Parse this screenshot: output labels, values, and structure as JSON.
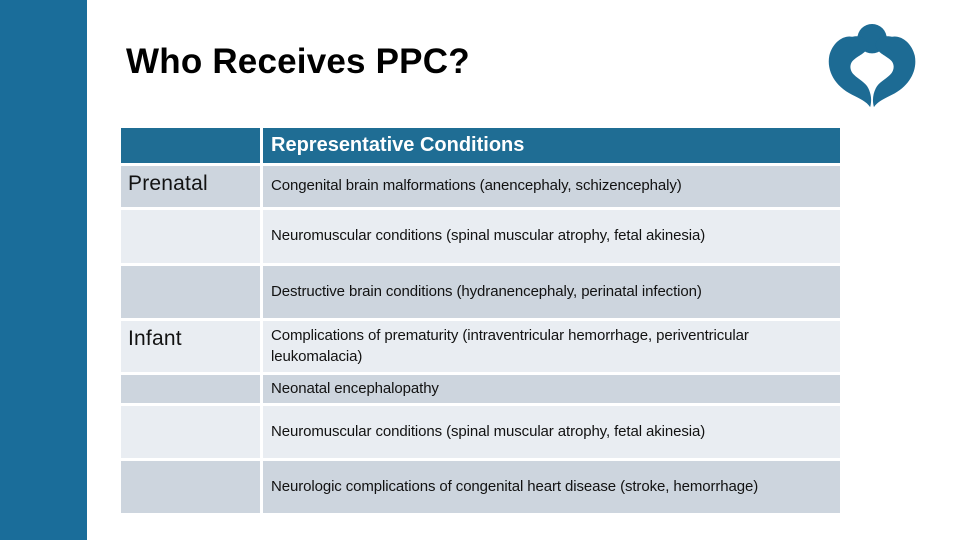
{
  "slide": {
    "title": "Who Receives PPC?"
  },
  "logo": {
    "name": "caring-hands-logo"
  },
  "table": {
    "header": {
      "label_column": "",
      "conditions_column": "Representative Conditions"
    },
    "rows": [
      {
        "group": "Prenatal",
        "condition": "Congenital brain malformations (anencephaly, schizencephaly)"
      },
      {
        "group": "",
        "condition": "Neuromuscular conditions (spinal muscular atrophy, fetal akinesia)"
      },
      {
        "group": "",
        "condition": "Destructive brain conditions (hydranencephaly, perinatal infection)"
      },
      {
        "group": "Infant",
        "condition": "Complications of prematurity (intraventricular hemorrhage, periventricular leukomalacia)"
      },
      {
        "group": "",
        "condition": "Neonatal encephalopathy"
      },
      {
        "group": "",
        "condition": "Neuromuscular conditions (spinal muscular atrophy, fetal akinesia)"
      },
      {
        "group": "",
        "condition": "Neurologic complications of congenital heart disease (stroke, hemorrhage)"
      }
    ]
  },
  "colors": {
    "sidebar_teal": "#1a6d9a",
    "header_teal": "#1f6d94",
    "logo_teal": "#1d6b94",
    "band_dark": "#cdd5de",
    "band_light": "#e9edf2",
    "header_text": "#ffffff",
    "body_text": "#121212",
    "title_text": "#000000"
  }
}
